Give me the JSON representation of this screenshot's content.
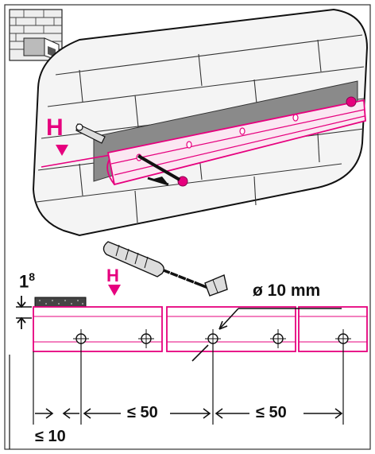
{
  "labels": {
    "marker_top": "H",
    "marker_bottom": "H",
    "thickness": "1",
    "thickness_sup": "8",
    "diameter": "ø 10 mm",
    "spacing_edge": "≤ 10",
    "spacing_1": "≤ 50",
    "spacing_2": "≤ 50"
  },
  "colors": {
    "accent": "#e6007e",
    "line": "#111111",
    "panel_fill": "#f2f2f2"
  },
  "icons": {
    "corner": "wall-mount-icon"
  }
}
